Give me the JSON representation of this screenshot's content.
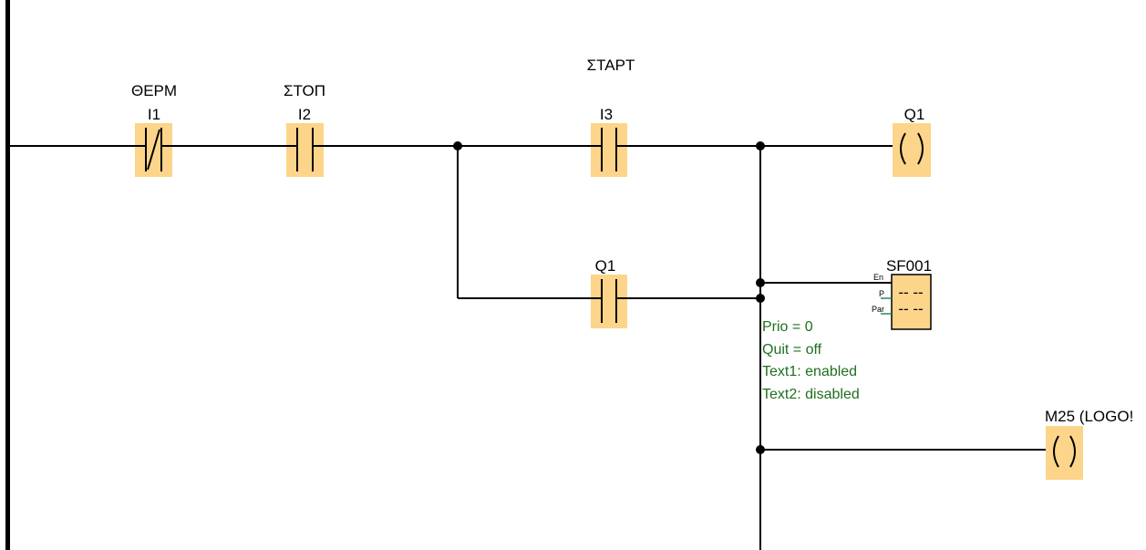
{
  "contacts": {
    "i1": {
      "address": "I1",
      "comment": "ΘΕΡΜ",
      "kind": "normally-closed"
    },
    "i2": {
      "address": "I2",
      "comment": "ΣΤΟΠ",
      "kind": "normally-open"
    },
    "i3": {
      "address": "I3",
      "comment": "ΣΤΑΡΤ",
      "kind": "normally-open"
    },
    "q1_hold": {
      "address": "Q1",
      "kind": "normally-open"
    }
  },
  "coils": {
    "q1": {
      "address": "Q1"
    },
    "m25": {
      "address": "M25 (LOGO!"
    }
  },
  "message_block": {
    "name": "SF001",
    "pins": {
      "en": "En",
      "p": "P",
      "par": "Par"
    },
    "display": "-- --",
    "params": [
      "Prio = 0",
      "Quit = off",
      "Text1: enabled",
      "Text2: disabled"
    ]
  },
  "colors": {
    "block_fill": "#fcd58a",
    "param_text": "#1f6f1f",
    "wire": "#000000"
  }
}
